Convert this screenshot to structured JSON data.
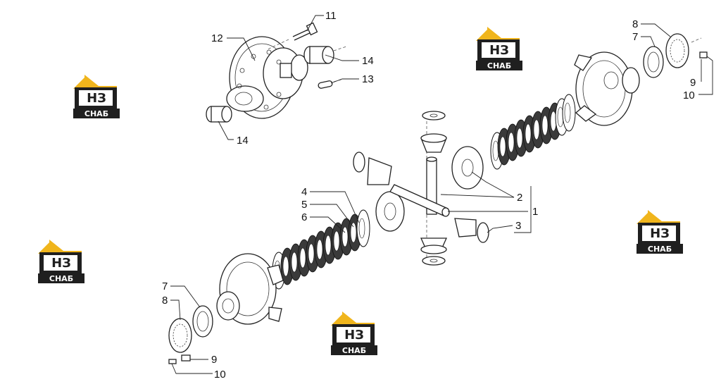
{
  "watermark": {
    "letters": "НЗ",
    "word": "СНАБ",
    "colors": {
      "roof": "#f0b51c",
      "body": "#1f1f1f",
      "text": "#ffffff"
    }
  },
  "callouts": {
    "c1": "1",
    "c2": "2",
    "c3": "3",
    "c4": "4",
    "c5": "5",
    "c6": "6",
    "c7_top": "7",
    "c8_top": "8",
    "c9_top": "9",
    "c10_top": "10",
    "c7_bottom": "7",
    "c8_bottom": "8",
    "c9_bottom": "9",
    "c10_bottom": "10",
    "c11": "11",
    "c12": "12",
    "c13": "13",
    "c14_a": "14",
    "c14_b": "14"
  }
}
